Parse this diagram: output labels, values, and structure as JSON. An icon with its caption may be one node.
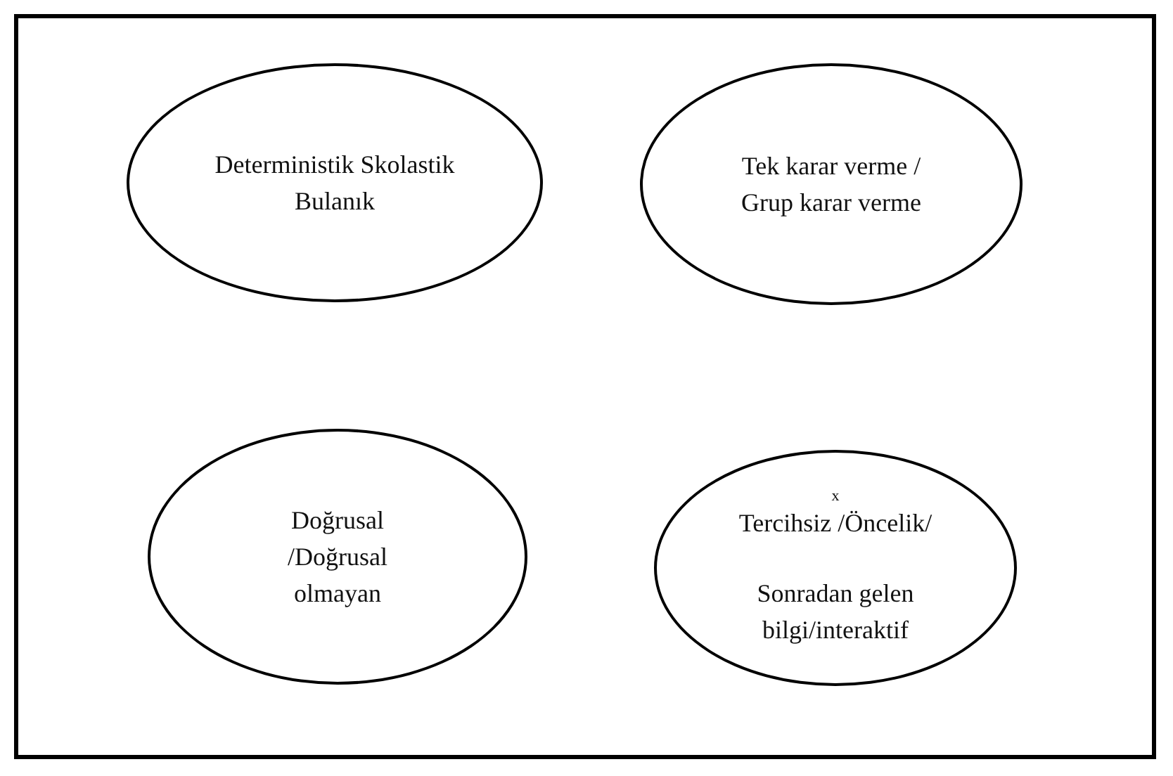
{
  "diagram": {
    "nodes": [
      {
        "text": [
          "Deterministik Skolastik Bulanık"
        ]
      },
      {
        "text": [
          "Tek karar verme / Grup karar verme"
        ]
      },
      {
        "text": [
          "Doğrusal /Doğrusal olmayan"
        ]
      },
      {
        "text": [
          "x",
          "Tercihsiz /Öncelik/",
          "Sonradan gelen bilgi/interaktif"
        ]
      }
    ]
  }
}
